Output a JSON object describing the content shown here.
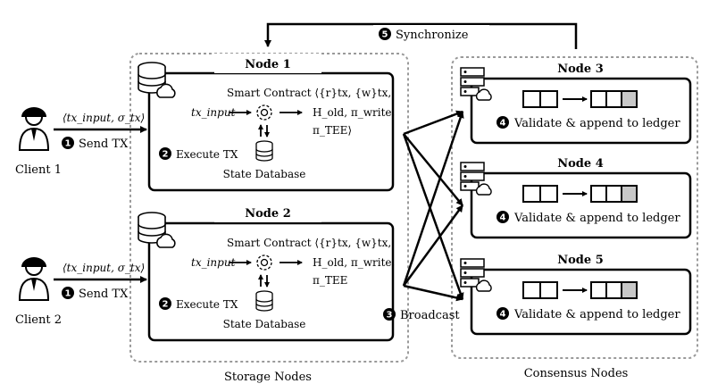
{
  "clients": [
    {
      "label": "Client 1",
      "tx_text": "⟨tx_input, σ_tx⟩",
      "send_step": "1",
      "send_label": "Send TX"
    },
    {
      "label": "Client 2",
      "tx_text": "⟨tx_input, σ_tx⟩",
      "send_step": "1",
      "send_label": "Send TX"
    }
  ],
  "storage_nodes": {
    "group_label": "Storage Nodes",
    "nodes": [
      {
        "title": "Node 1",
        "contract_line1": "Smart Contract ⟨{r}tx, {w}tx,",
        "input_label": "tx_input",
        "output_line1": "H_old, π_write,",
        "output_line2": "π_TEE⟩",
        "execute_step": "2",
        "execute_label": "Execute TX",
        "db_label": "State Database"
      },
      {
        "title": "Node 2",
        "contract_line1": "Smart Contract ⟨{r}tx, {w}tx,",
        "input_label": "tx_input",
        "output_line1": "H_old, π_write,",
        "output_line2": "π_TEE",
        "execute_step": "2",
        "execute_label": "Execute TX",
        "db_label": "State Database"
      }
    ]
  },
  "broadcast": {
    "step": "3",
    "label": "Broadcast"
  },
  "synchronize": {
    "step": "5",
    "label": "Synchronize"
  },
  "consensus_nodes": {
    "group_label": "Consensus Nodes",
    "nodes": [
      {
        "title": "Node 3",
        "step": "4",
        "label": "Validate & append to ledger"
      },
      {
        "title": "Node 4",
        "step": "4",
        "label": "Validate & append to ledger"
      },
      {
        "title": "Node 5",
        "step": "4",
        "label": "Validate & append to ledger"
      }
    ]
  },
  "colors": {
    "ink": "#000000",
    "group_border": "#9a9a9a",
    "ledger_fill": "#c8c8c8",
    "background": "#ffffff"
  }
}
